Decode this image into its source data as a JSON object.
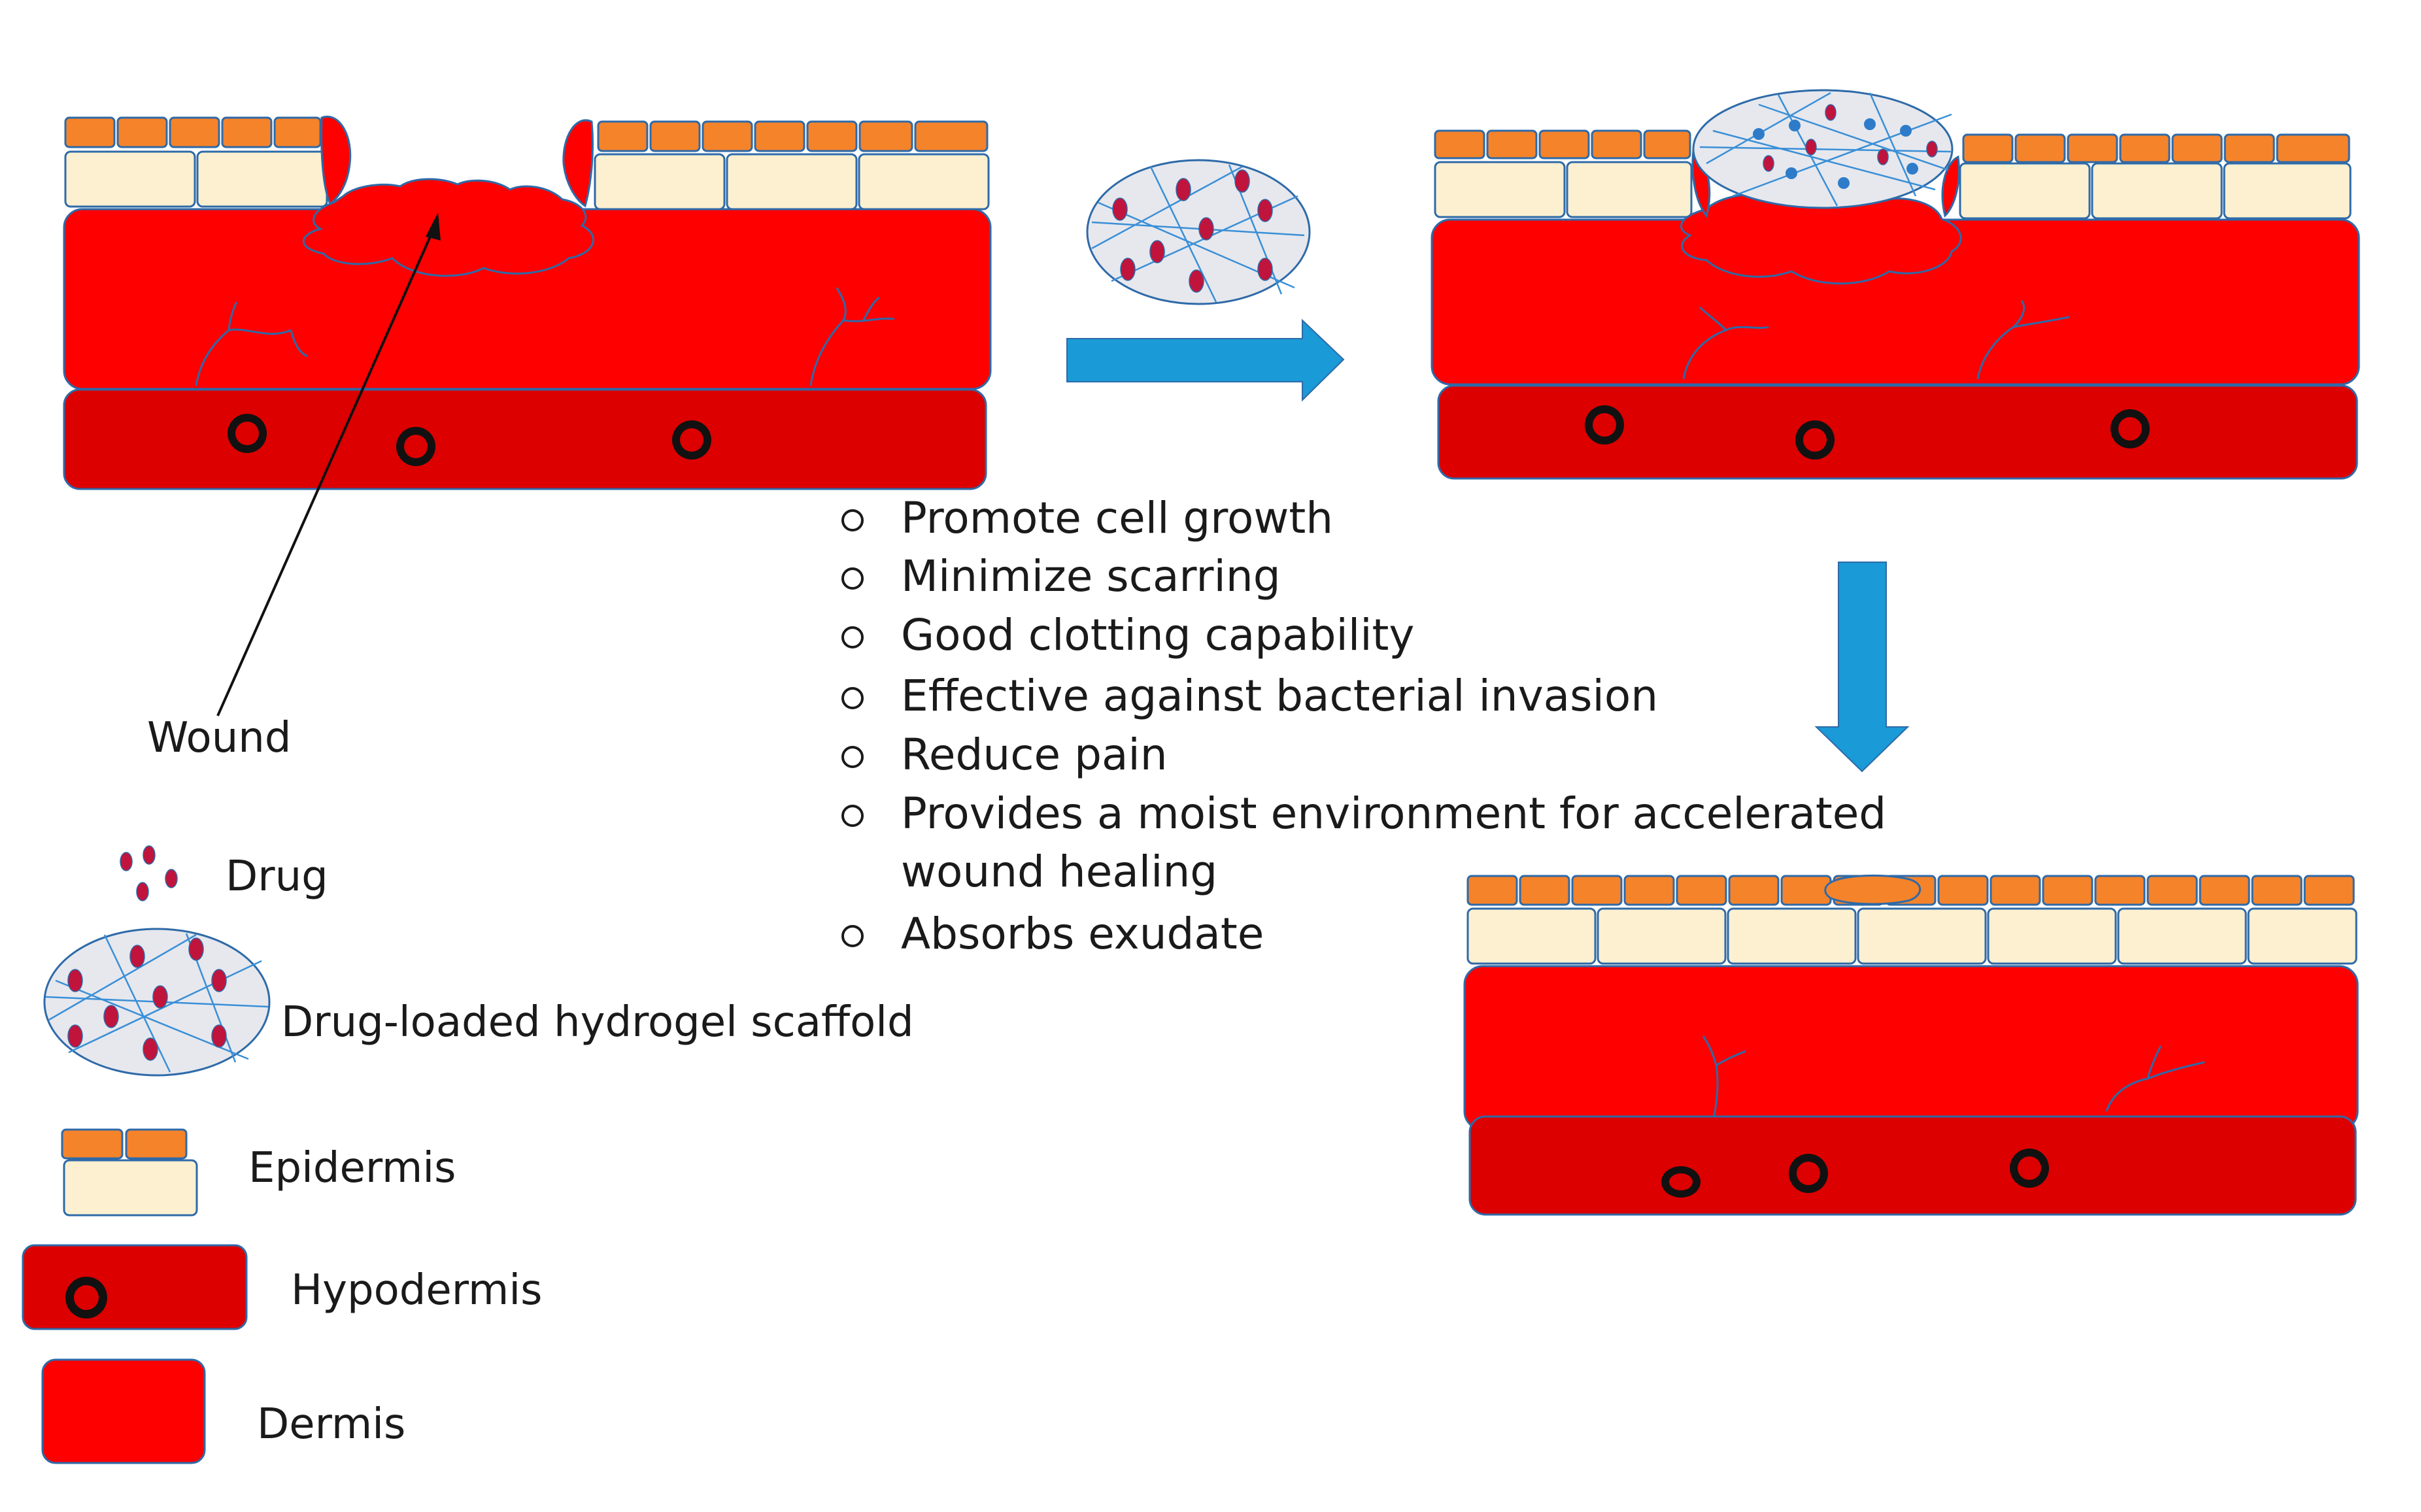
{
  "labels": {
    "wound": "Wound",
    "drug": "Drug",
    "scaffold": "Drug-loaded hydrogel scaffold",
    "epidermis": "Epidermis",
    "hypodermis": "Hypodermis",
    "dermis": "Dermis"
  },
  "benefits": [
    "Promote cell growth",
    "Minimize scarring",
    "Good clotting capability",
    "Effective against bacterial invasion",
    "Reduce pain",
    "Provides a moist environment for accelerated",
    "wound healing",
    "Absorbs exudate"
  ],
  "colors": {
    "epidermis_outer": "#f5832a",
    "epidermis_inner": "#fcf0d0",
    "dermis": "#ff0000",
    "hypodermis": "#dc0000",
    "outline": "#2e6aa8",
    "arrow": "#1a9ad6"
  }
}
